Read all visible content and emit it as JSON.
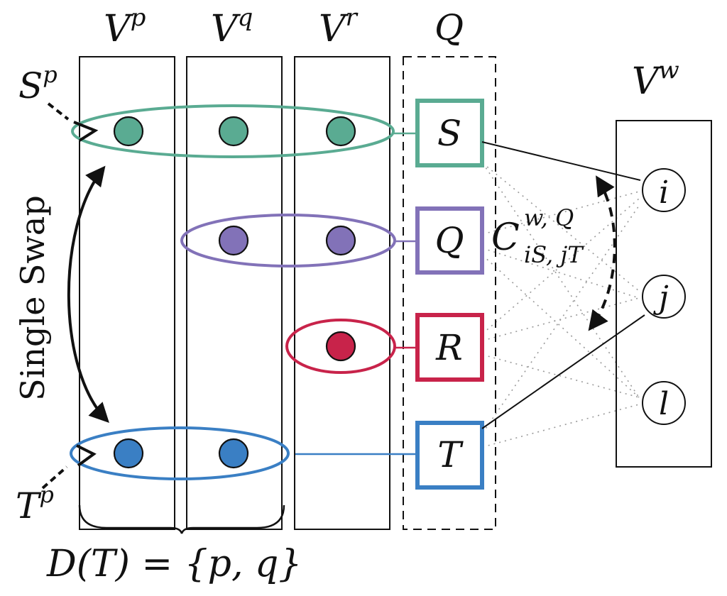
{
  "colors": {
    "green": "#5aab92",
    "purple": "#8272b8",
    "red": "#c8234a",
    "blue": "#3a7fc4",
    "ink": "#111111"
  },
  "columns": {
    "vp": "V",
    "vp_sup": "p",
    "vq": "V",
    "vq_sup": "q",
    "vr": "V",
    "vr_sup": "r",
    "q": "Q",
    "vw": "V",
    "vw_sup": "w"
  },
  "labels": {
    "sp_base": "S",
    "sp_sup": "p",
    "tp_base": "T",
    "tp_sup": "p",
    "single_swap": "Single Swap",
    "dt_formula": "D(T) = {p, q}",
    "c_base": "C",
    "c_sup": "w, Q",
    "c_sub": "iS, jT"
  },
  "groups": [
    {
      "id": "S",
      "label": "S",
      "color": "green",
      "members": [
        "p",
        "q",
        "r"
      ]
    },
    {
      "id": "Q",
      "label": "Q",
      "color": "purple",
      "members": [
        "q",
        "r"
      ]
    },
    {
      "id": "R",
      "label": "R",
      "color": "red",
      "members": [
        "r"
      ]
    },
    {
      "id": "T",
      "label": "T",
      "color": "blue",
      "members": [
        "p",
        "q"
      ]
    }
  ],
  "vw_nodes": [
    {
      "id": "i",
      "label": "i"
    },
    {
      "id": "j",
      "label": "j"
    },
    {
      "id": "l",
      "label": "l"
    }
  ],
  "solid_links": [
    {
      "from": "S",
      "to": "i"
    },
    {
      "from": "T",
      "to": "j"
    }
  ]
}
